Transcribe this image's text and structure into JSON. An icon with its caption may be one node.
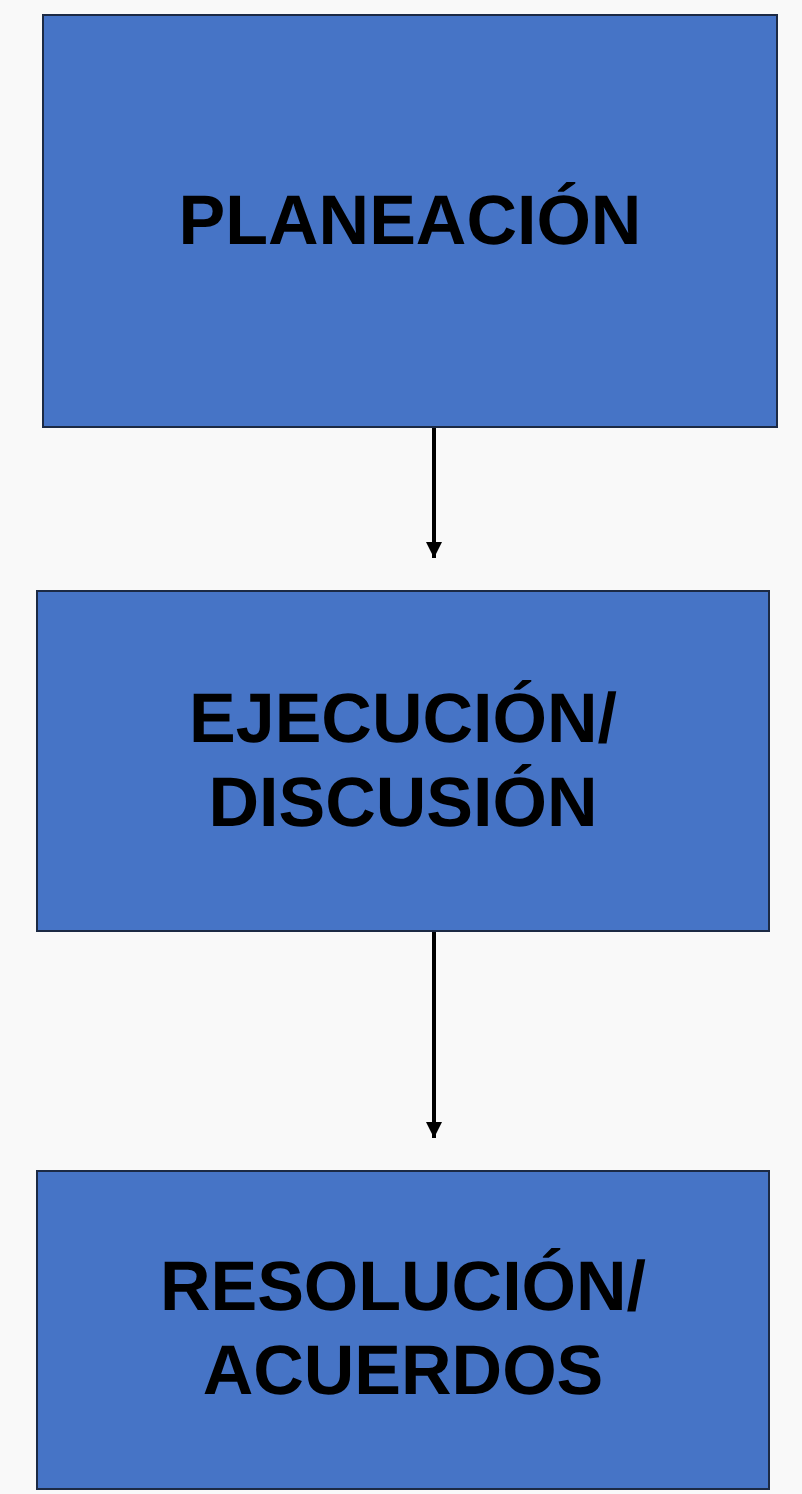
{
  "diagram": {
    "nodes": [
      {
        "text": [
          "PLANEACIÓN"
        ]
      },
      {
        "text": [
          "EJECUCIÓN/ DISCUSIÓN"
        ]
      },
      {
        "text": [
          "RESOLUCIÓN/ ACUERDOS"
        ]
      }
    ],
    "edges": [
      {
        "from": 0,
        "to": 1,
        "arrow": "to"
      },
      {
        "from": 1,
        "to": 2,
        "arrow": "to"
      }
    ]
  }
}
